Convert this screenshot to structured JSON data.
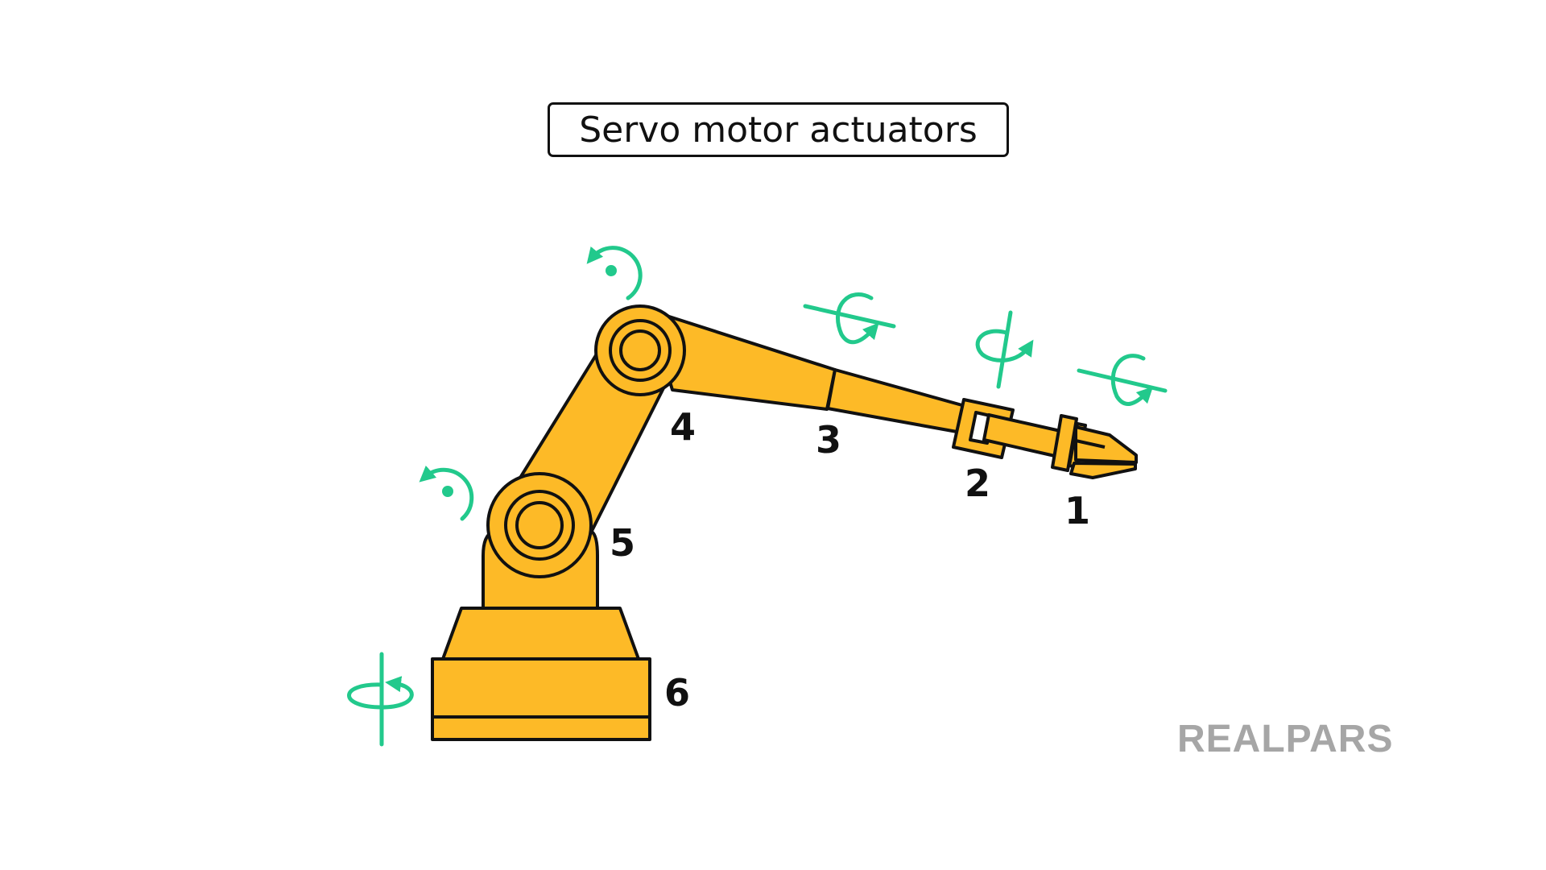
{
  "title": "Servo motor actuators",
  "joint_labels": [
    "1",
    "2",
    "3",
    "4",
    "5",
    "6"
  ],
  "brand": "REALPARS",
  "colors": {
    "arm_fill": "#FDBA27",
    "outline": "#111111",
    "rotation_arrow": "#22C98C",
    "brand_text": "#A6A6A6"
  },
  "icons": [
    "rotation-arrow-icon",
    "rotation-axis-icon"
  ]
}
